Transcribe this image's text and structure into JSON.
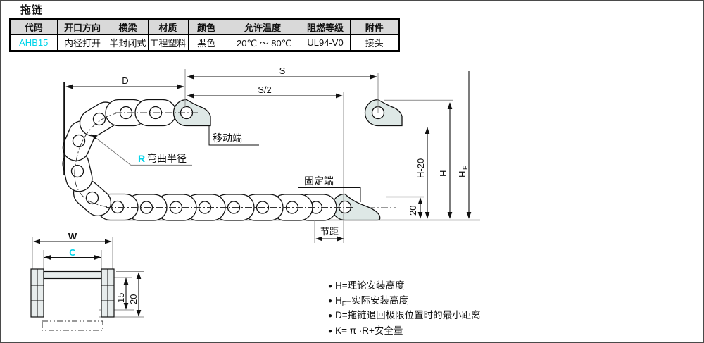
{
  "page": {
    "title": "拖链"
  },
  "table": {
    "headers": [
      "代码",
      "开口方向",
      "横梁",
      "材质",
      "颜色",
      "允许温度",
      "阻燃等级",
      "附件"
    ],
    "row": [
      "AHB15",
      "内径打开",
      "半封闭式",
      "工程塑料",
      "黑色",
      "-20℃ ～ 80℃",
      "UL94-V0",
      "接头"
    ]
  },
  "diagram": {
    "dims": {
      "d": "D",
      "s": "S",
      "s_half": "S/2",
      "pitch": "节距",
      "h_minus_20": "H-20",
      "h": "H",
      "hf_main": "H",
      "hf_sub": "F",
      "offset20": "20",
      "w": "W",
      "c": "C",
      "cs15": "15",
      "cs20": "20"
    },
    "labels": {
      "moving_end": "移动端",
      "fixed_end": "固定端",
      "r": "R",
      "bend_radius": "弯曲半径"
    }
  },
  "notes": [
    {
      "bullet": "●",
      "pre": "H",
      "sub": "",
      "rest": "=理论安装高度"
    },
    {
      "bullet": "●",
      "pre": "H",
      "sub": "F",
      "rest": "=实际安装高度"
    },
    {
      "bullet": "●",
      "pre": "D",
      "sub": "",
      "rest": "=拖链退回极限位置时的最小距离"
    },
    {
      "bullet": "●",
      "pre": "K",
      "sub": "",
      "rest": "= π ·R+安全量"
    }
  ],
  "colors": {
    "accent_cyan": "#00d4ea",
    "bracket_fill": "#dee8e6",
    "header_bg": "#d9d9d9"
  }
}
